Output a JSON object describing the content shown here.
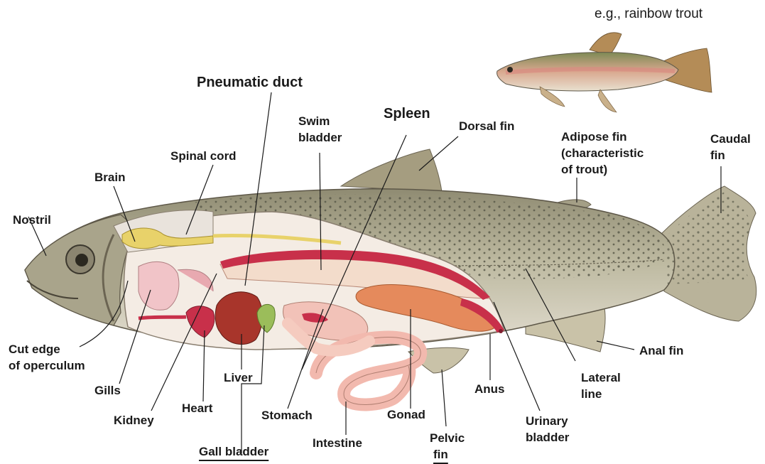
{
  "inset_caption": "e.g., rainbow trout",
  "labels": {
    "pneumatic_duct": "Pneumatic duct",
    "spleen": "Spleen",
    "swim_bladder_1": "Swim",
    "swim_bladder_2": "bladder",
    "dorsal_fin": "Dorsal fin",
    "adipose_fin_1": "Adipose fin",
    "adipose_fin_2": "(characteristic",
    "adipose_fin_3": "of trout)",
    "caudal_fin_1": "Caudal",
    "caudal_fin_2": "fin",
    "spinal_cord": "Spinal cord",
    "brain": "Brain",
    "nostril": "Nostril",
    "cut_edge_1": "Cut edge",
    "cut_edge_2": "of operculum",
    "gills": "Gills",
    "kidney": "Kidney",
    "heart": "Heart",
    "liver": "Liver",
    "gall_bladder": "Gall bladder",
    "stomach": "Stomach",
    "intestine": "Intestine",
    "gonad": "Gonad",
    "pelvic_fin_1": "Pelvic",
    "pelvic_fin_2": "fin",
    "anus": "Anus",
    "urinary_bladder_1": "Urinary",
    "urinary_bladder_2": "bladder",
    "lateral_line_1": "Lateral",
    "lateral_line_2": "line",
    "anal_fin": "Anal fin"
  },
  "colors": {
    "body": "#b8b49a",
    "spots": "#5a5a4a",
    "cavity": "#f4ece4",
    "swim_bladder": "#f3dccb",
    "red_organ": "#c8304a",
    "liver": "#a8352b",
    "gonad": "#e58a5c",
    "gall_bladder": "#9bbd5a",
    "brain": "#e8d26a",
    "intestine": "#f2b9ae"
  }
}
